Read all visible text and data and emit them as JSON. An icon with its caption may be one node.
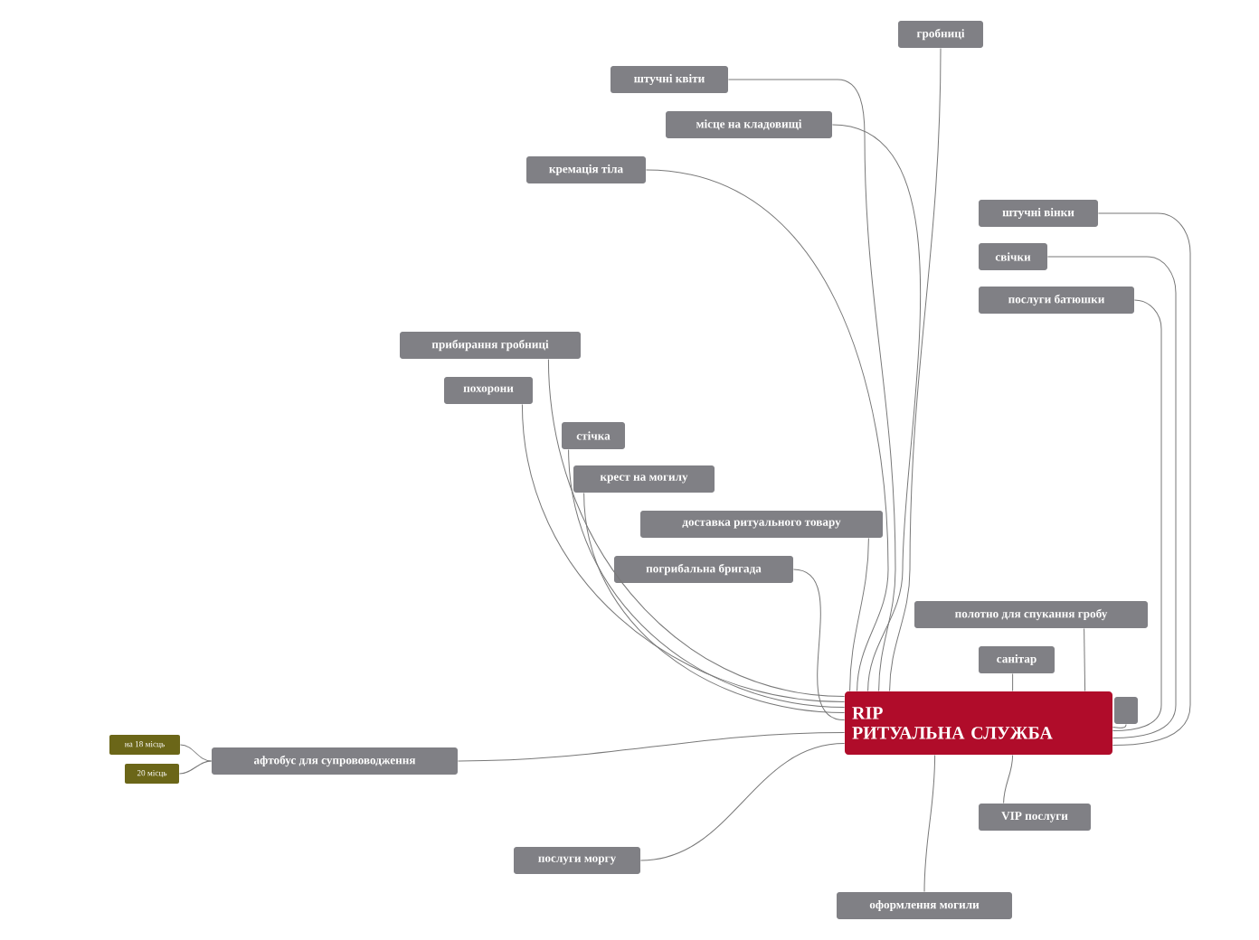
{
  "diagram": {
    "nodes": [
      {
        "text": [
          "RIP",
          "РИТУАЛЬНА СЛУЖБА"
        ]
      },
      {
        "text": [
          "гробниці"
        ]
      },
      {
        "text": [
          "штучні квіти"
        ]
      },
      {
        "text": [
          "місце на кладовищі"
        ]
      },
      {
        "text": [
          "кремація тіла"
        ]
      },
      {
        "text": [
          "штучні вінки"
        ]
      },
      {
        "text": [
          "свічки"
        ]
      },
      {
        "text": [
          "послуги батюшки"
        ]
      },
      {
        "text": [
          "прибирання гробниці"
        ]
      },
      {
        "text": [
          "похорони"
        ]
      },
      {
        "text": [
          "стічка"
        ]
      },
      {
        "text": [
          "крест на могилу"
        ]
      },
      {
        "text": [
          "доставка ритуального товару"
        ]
      },
      {
        "text": [
          "погрибальна бригада"
        ]
      },
      {
        "text": [
          "полотно для спукання гробу"
        ]
      },
      {
        "text": [
          "санітар"
        ]
      },
      {
        "text": [],
        "shape": "box"
      },
      {
        "text": [
          "VIP послуги"
        ]
      },
      {
        "text": [
          "оформлення могили"
        ]
      },
      {
        "text": [
          "послуги моргу"
        ]
      },
      {
        "text": [
          "афтобус для супрововодження"
        ]
      },
      {
        "text": [
          "на 18 місць"
        ]
      },
      {
        "text": [
          "20 місць"
        ]
      }
    ],
    "edges": [
      {
        "from": 0,
        "to": 1,
        "arrow": "none"
      },
      {
        "from": 0,
        "to": 2,
        "arrow": "none"
      },
      {
        "from": 0,
        "to": 3,
        "arrow": "none"
      },
      {
        "from": 0,
        "to": 4,
        "arrow": "none"
      },
      {
        "from": 0,
        "to": 5,
        "arrow": "none"
      },
      {
        "from": 0,
        "to": 6,
        "arrow": "none"
      },
      {
        "from": 0,
        "to": 7,
        "arrow": "none"
      },
      {
        "from": 0,
        "to": 8,
        "arrow": "none"
      },
      {
        "from": 0,
        "to": 9,
        "arrow": "none"
      },
      {
        "from": 0,
        "to": 10,
        "arrow": "none"
      },
      {
        "from": 0,
        "to": 11,
        "arrow": "none"
      },
      {
        "from": 0,
        "to": 12,
        "arrow": "none"
      },
      {
        "from": 0,
        "to": 13,
        "arrow": "none"
      },
      {
        "from": 0,
        "to": 14,
        "arrow": "none"
      },
      {
        "from": 0,
        "to": 15,
        "arrow": "none"
      },
      {
        "from": 0,
        "to": 16,
        "arrow": "none"
      },
      {
        "from": 0,
        "to": 17,
        "arrow": "none"
      },
      {
        "from": 0,
        "to": 18,
        "arrow": "none"
      },
      {
        "from": 0,
        "to": 19,
        "arrow": "none"
      },
      {
        "from": 0,
        "to": 20,
        "arrow": "none"
      },
      {
        "from": 20,
        "to": 21,
        "arrow": "none"
      },
      {
        "from": 20,
        "to": 22,
        "arrow": "none"
      }
    ]
  }
}
